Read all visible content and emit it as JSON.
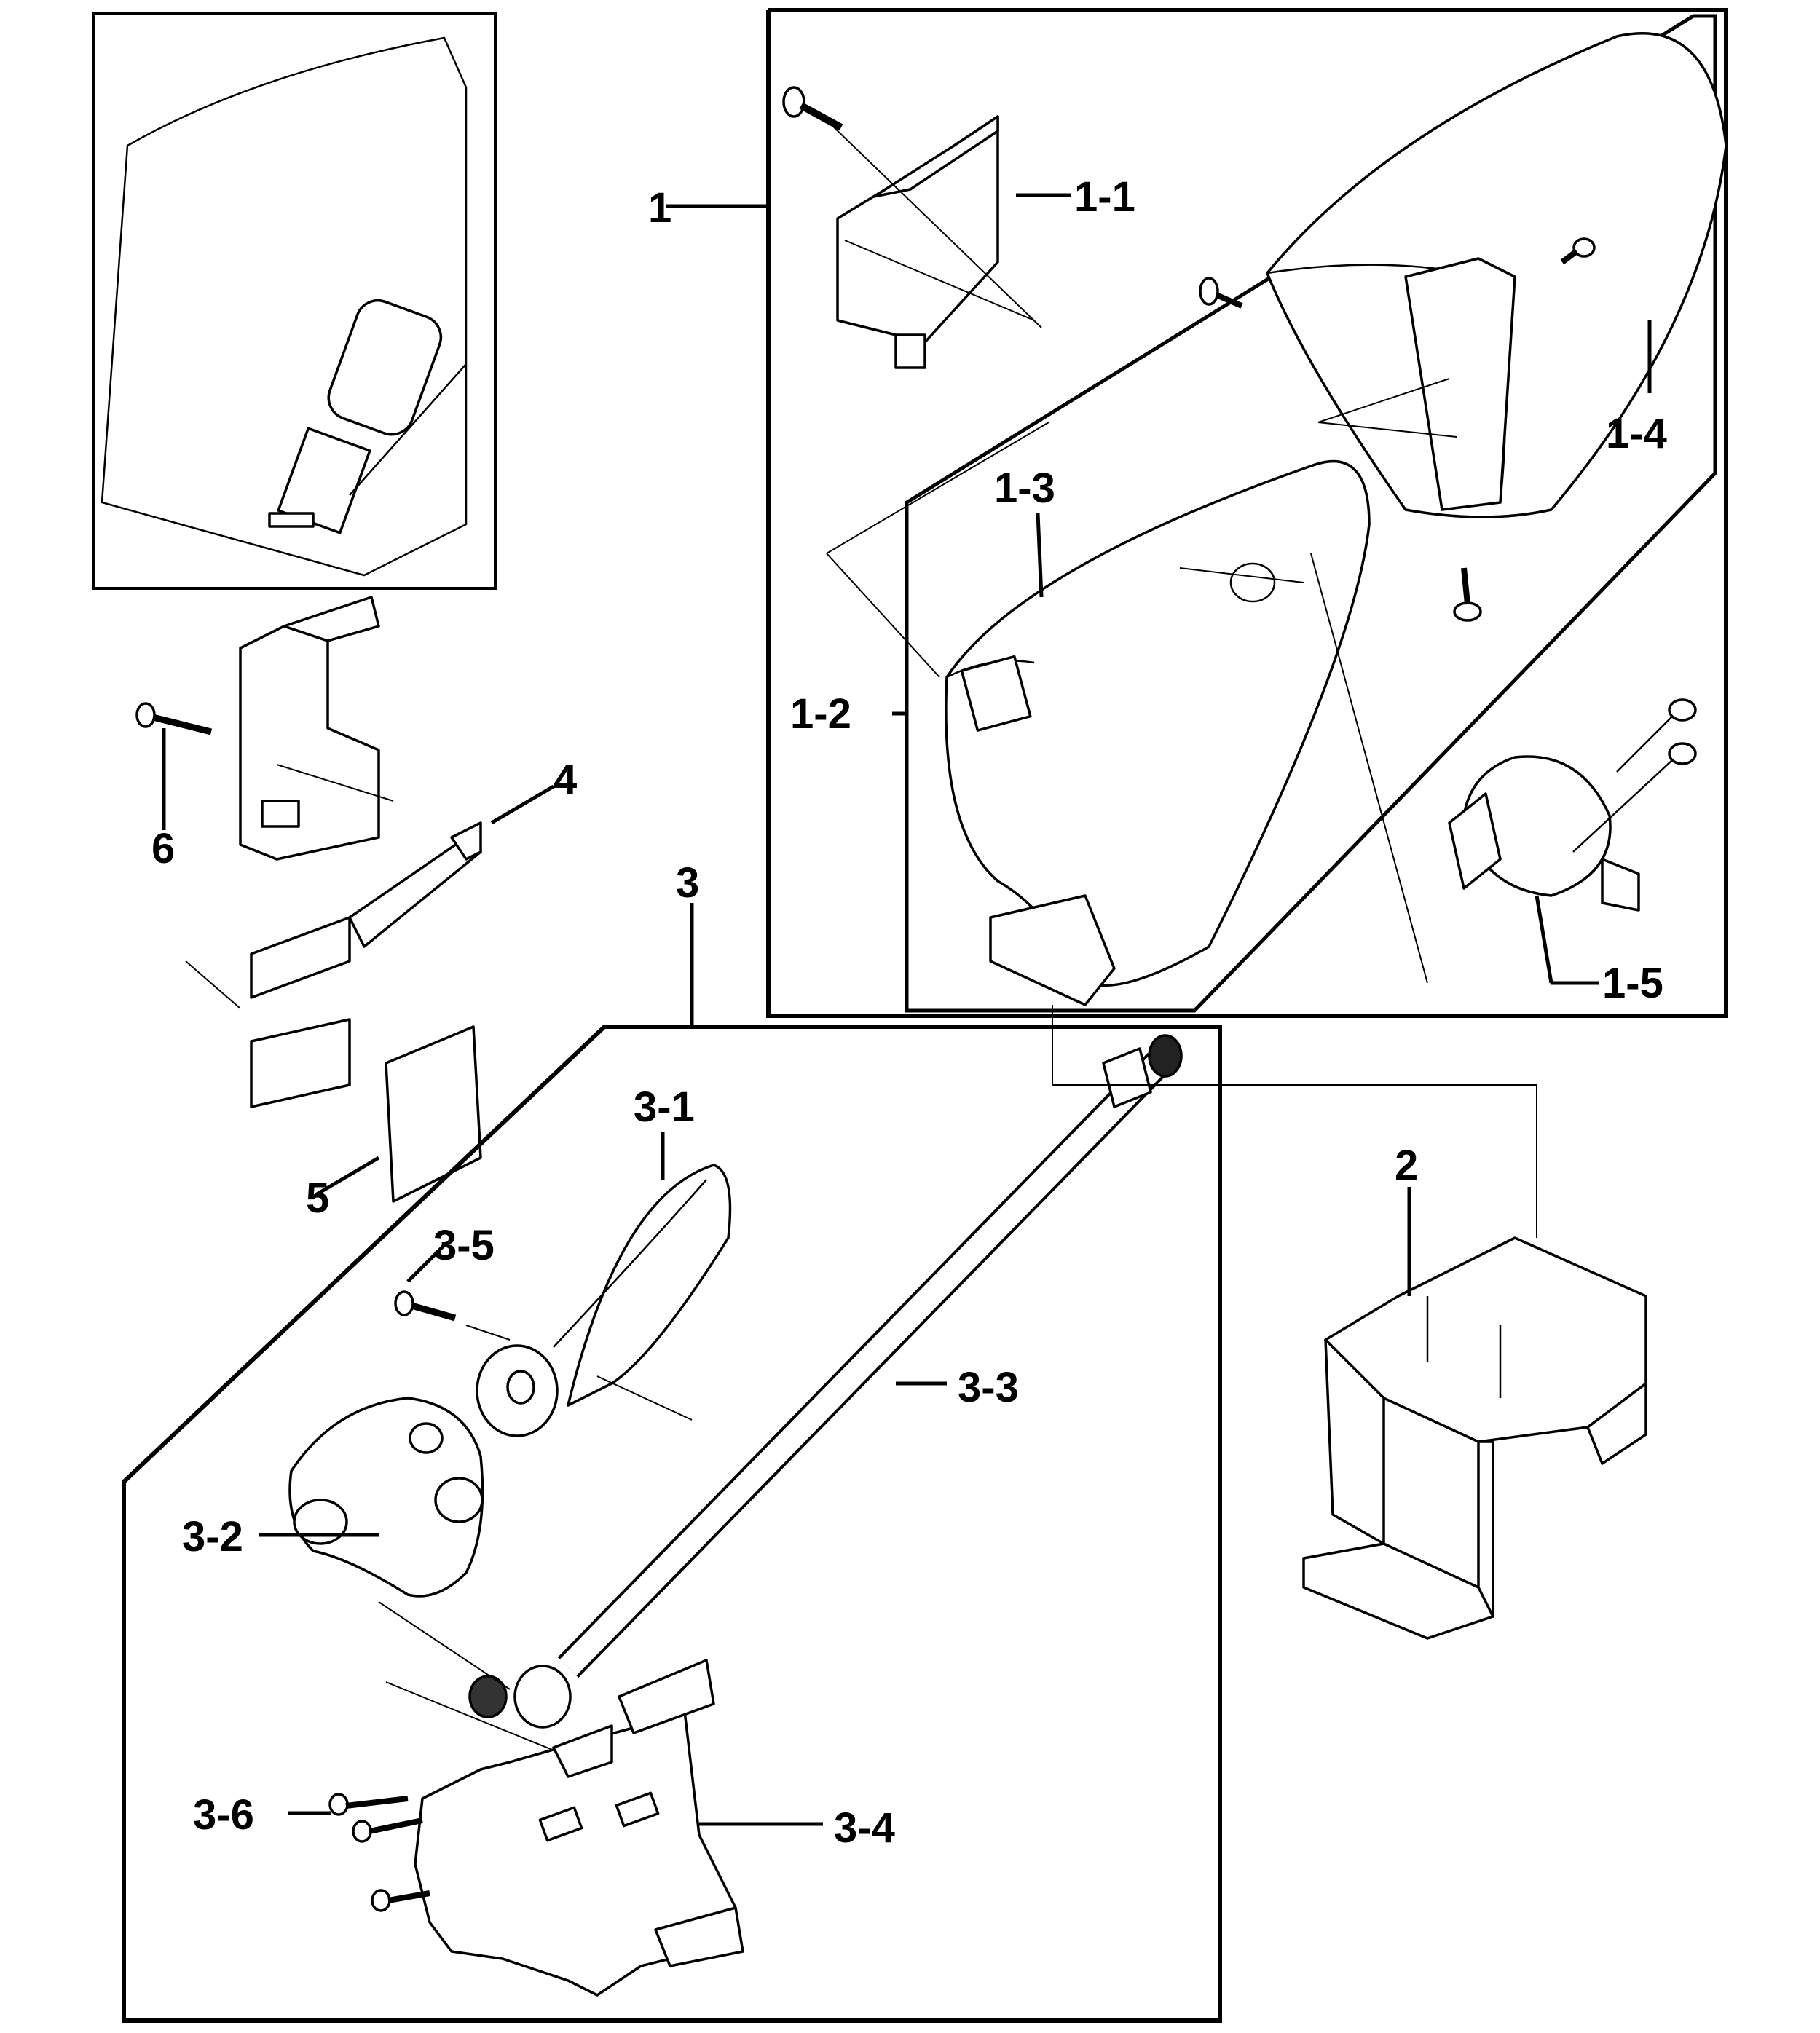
{
  "diagram": {
    "labels": {
      "l1": "1",
      "l1_1": "1-1",
      "l1_2": "1-2",
      "l1_3": "1-3",
      "l1_4": "1-4",
      "l1_5": "1-5",
      "l2": "2",
      "l3": "3",
      "l3_1": "3-1",
      "l3_2": "3-2",
      "l3_3": "3-3",
      "l3_4": "3-4",
      "l3_5": "3-5",
      "l3_6": "3-6",
      "l4": "4",
      "l5": "5",
      "l6": "6"
    },
    "icons": {
      "overview": "burner-assembly-overview-icon",
      "screw": "screw-icon",
      "cylinder": "heat-shield-cylinder-icon"
    }
  }
}
